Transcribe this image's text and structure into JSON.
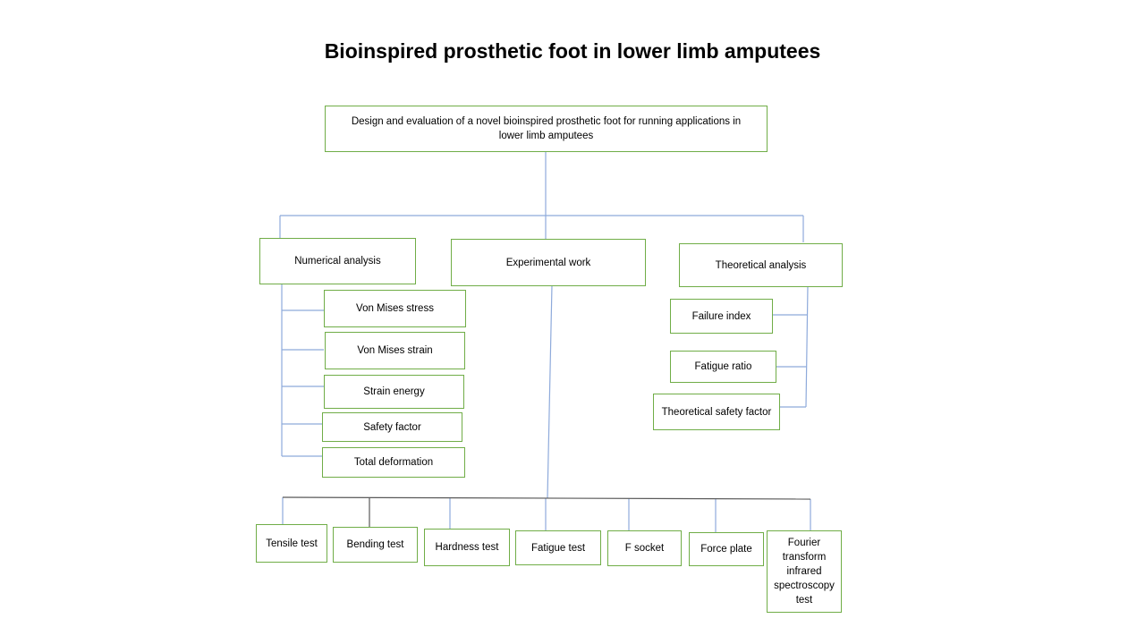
{
  "title": "Bioinspired prosthetic foot in lower limb amputees",
  "root": "Design and evaluation of a novel bioinspired prosthetic foot for running applications in lower limb amputees",
  "branches": {
    "numerical": {
      "label": "Numerical analysis",
      "items": [
        "Von Mises stress",
        "Von Mises strain",
        "Strain energy",
        "Safety factor",
        "Total deformation"
      ]
    },
    "experimental": {
      "label": "Experimental work",
      "items": [
        "Tensile test",
        "Bending test",
        "Hardness test",
        "Fatigue test",
        "F socket",
        "Force plate",
        "Fourier transform infrared spectroscopy test"
      ]
    },
    "theoretical": {
      "label": "Theoretical analysis",
      "items": [
        "Failure index",
        "Fatigue ratio",
        "Theoretical safety factor"
      ]
    }
  },
  "colors": {
    "box_border": "#70ad47",
    "connector": "#8eaadb",
    "connector_dark": "#595959"
  }
}
